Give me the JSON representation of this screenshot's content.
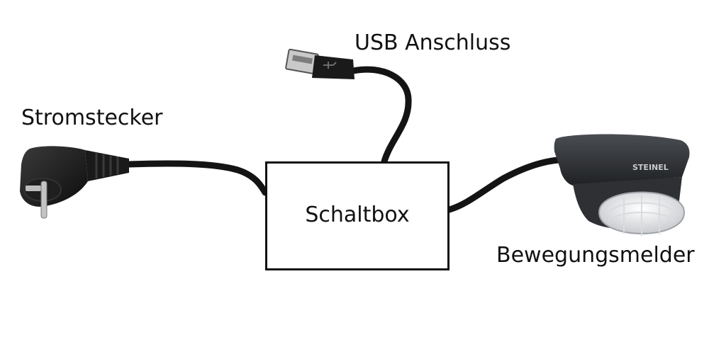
{
  "diagram": {
    "box": {
      "label": "Schaltbox"
    },
    "components": [
      {
        "id": "usb",
        "label": "USB Anschluss",
        "icon": "usb-plug-icon"
      },
      {
        "id": "power",
        "label": "Stromstecker",
        "icon": "power-plug-icon"
      },
      {
        "id": "sensor",
        "label": "Bewegungsmelder",
        "icon": "motion-sensor-icon",
        "brand": "STEINEL"
      }
    ],
    "connections": [
      {
        "from": "usb",
        "to": "box"
      },
      {
        "from": "power",
        "to": "box"
      },
      {
        "from": "sensor",
        "to": "box"
      }
    ],
    "colors": {
      "cable": "#141414",
      "device": "#2b2d30",
      "line": "#111111"
    }
  }
}
